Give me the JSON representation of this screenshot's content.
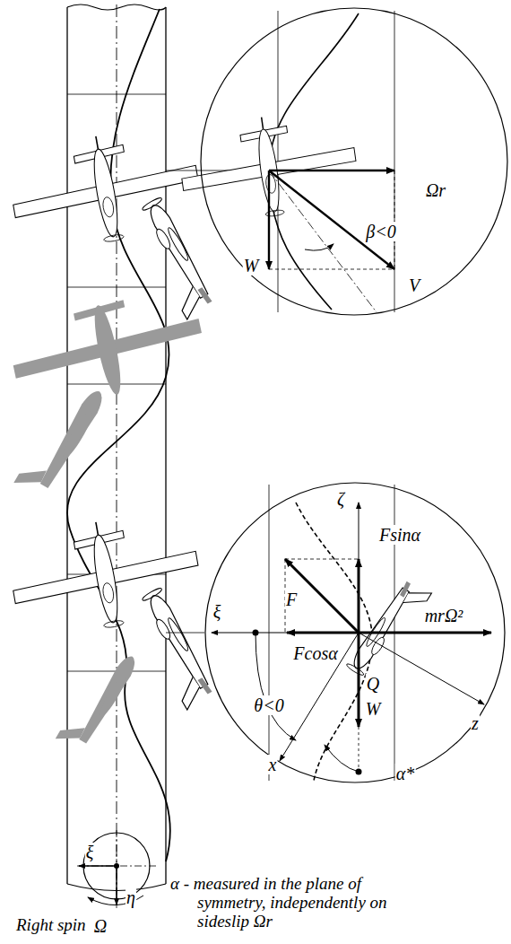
{
  "diagram": {
    "nodes": [
      {
        "text": [
          "Ωr",
          "β<0",
          "W",
          "V"
        ]
      },
      {
        "text": [
          "ζ",
          "Fsinα",
          "F",
          "ξ",
          "mrΩ²",
          "Fcosα",
          "θ<0",
          "z",
          "Q",
          "W",
          "x",
          "α*"
        ]
      },
      {
        "text": [
          "ξ",
          "η",
          "Ω"
        ]
      }
    ],
    "labels": [
      "α - measured in the plane of symmetry, independently on sideslip Ωr",
      "Right spin"
    ]
  }
}
